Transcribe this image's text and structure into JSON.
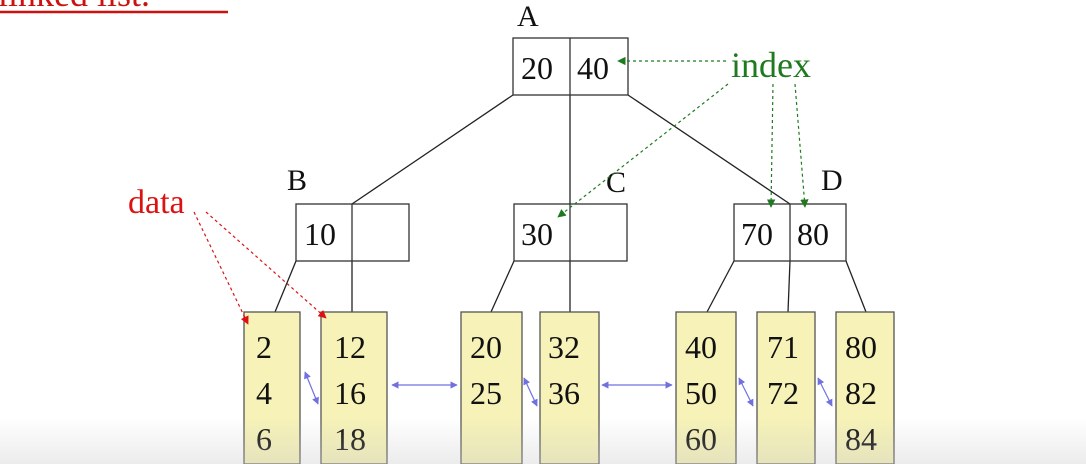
{
  "heading": {
    "text": "linked list.",
    "color": "#cc1111"
  },
  "colors": {
    "tree_line": "#222222",
    "node_border": "#333333",
    "leaf_fill": "#f6f2b8",
    "leaf_border": "#555555",
    "index": "#1e7a1e",
    "data": "#dd1111",
    "sibling_link": "#7070e0"
  },
  "annotations": {
    "index_label": "index",
    "data_label": "data"
  },
  "index_nodes": [
    {
      "id": "A",
      "label": "A",
      "keys": [
        "20",
        "40"
      ]
    },
    {
      "id": "B",
      "label": "B",
      "keys": [
        "10",
        ""
      ]
    },
    {
      "id": "C",
      "label": "C",
      "keys": [
        "30",
        ""
      ]
    },
    {
      "id": "D",
      "label": "D",
      "keys": [
        "70",
        "80"
      ]
    }
  ],
  "leaves": [
    {
      "values": [
        "2",
        "4",
        "6"
      ]
    },
    {
      "values": [
        "12",
        "16",
        "18"
      ]
    },
    {
      "values": [
        "20",
        "25",
        ""
      ]
    },
    {
      "values": [
        "32",
        "36",
        ""
      ]
    },
    {
      "values": [
        "40",
        "50",
        "60"
      ]
    },
    {
      "values": [
        "71",
        "72",
        ""
      ]
    },
    {
      "values": [
        "80",
        "82",
        "84"
      ]
    }
  ]
}
